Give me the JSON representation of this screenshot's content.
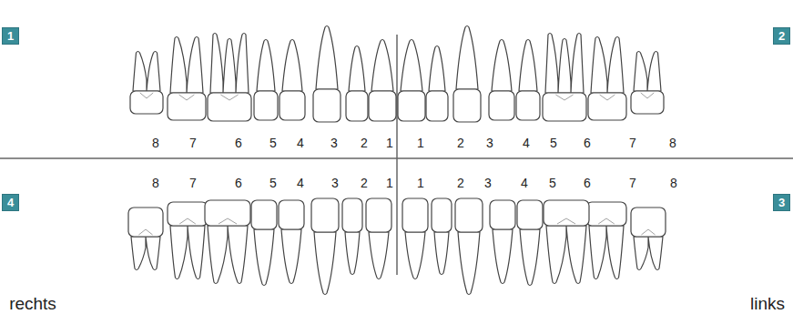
{
  "diagram": {
    "nodes": [
      {
        "text": [
          "1"
        ]
      },
      {
        "text": [
          "2"
        ]
      },
      {
        "text": [
          "4"
        ]
      },
      {
        "text": [
          "3"
        ]
      }
    ],
    "labels": [
      "8",
      "7",
      "6",
      "5",
      "4",
      "3",
      "2",
      "1",
      "1",
      "2",
      "3",
      "4",
      "5",
      "6",
      "7",
      "8",
      "8",
      "7",
      "6",
      "5",
      "4",
      "3",
      "2",
      "1",
      "1",
      "2",
      "3",
      "4",
      "5",
      "6",
      "7",
      "8",
      "rechts",
      "links"
    ]
  }
}
